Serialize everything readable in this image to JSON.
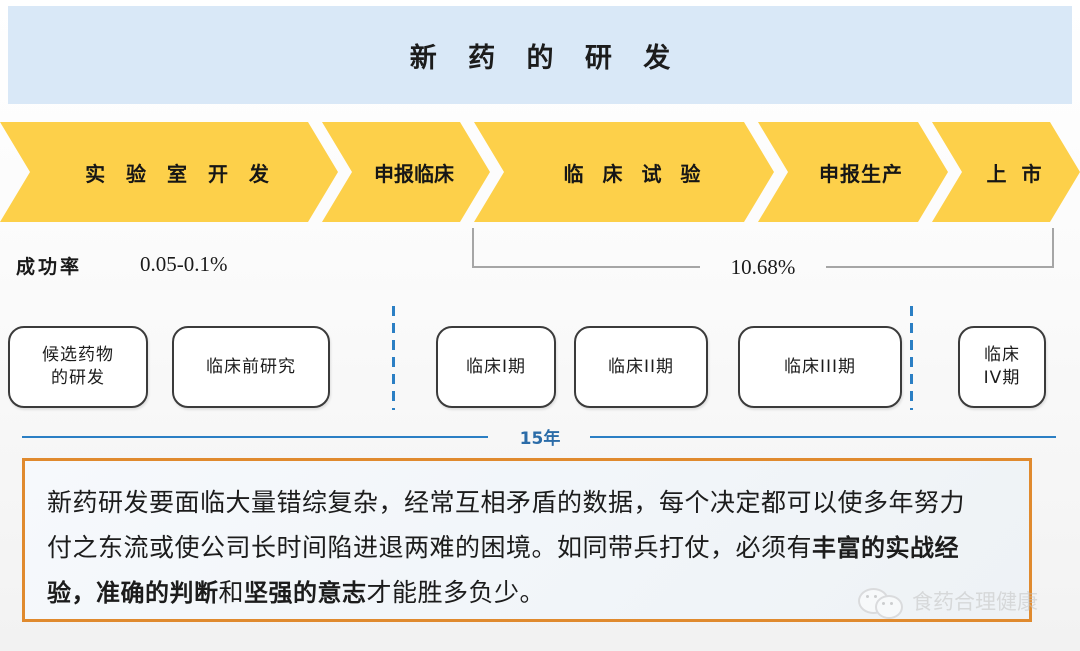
{
  "title": {
    "text": "新 药 的 研 发",
    "banner_color": "#d9e8f7"
  },
  "stages": {
    "accent_color": "#fdd04a",
    "items": [
      {
        "label": "实 验 室 开 发"
      },
      {
        "label": "申报临床"
      },
      {
        "label": "临 床 试 验"
      },
      {
        "label": "申报生产"
      },
      {
        "label": "上 市"
      }
    ]
  },
  "success_rate": {
    "label": "成功率",
    "early_value": "0.05-0.1%",
    "bracket_value": "10.68%"
  },
  "phases": {
    "items": [
      {
        "line1": "候选药物",
        "line2": "的研发"
      },
      {
        "line1": "临床前研究",
        "line2": ""
      },
      {
        "line1": "临床I期",
        "line2": ""
      },
      {
        "line1": "临床II期",
        "line2": ""
      },
      {
        "line1": "临床III期",
        "line2": ""
      },
      {
        "line1": "临床",
        "line2": "IV期"
      }
    ]
  },
  "timeline": {
    "duration": "15年",
    "line_color": "#2b7fc4"
  },
  "note": {
    "border_color": "#e08a2e",
    "line1_a": "新药研发要面临大量错综复杂，经常互相矛盾的数据，每个决定都可以使多年努力",
    "line2_a": "付之东流或使公司长时间陷进退两难的困境。如同带兵打仗，必须有",
    "line2_b": "丰富的实战经",
    "line3_a": "验，准确的判断",
    "line3_b": "和",
    "line3_c": "坚强的意志",
    "line3_d": "才能胜多负少。"
  },
  "watermark": {
    "text": "食药合理健康"
  }
}
